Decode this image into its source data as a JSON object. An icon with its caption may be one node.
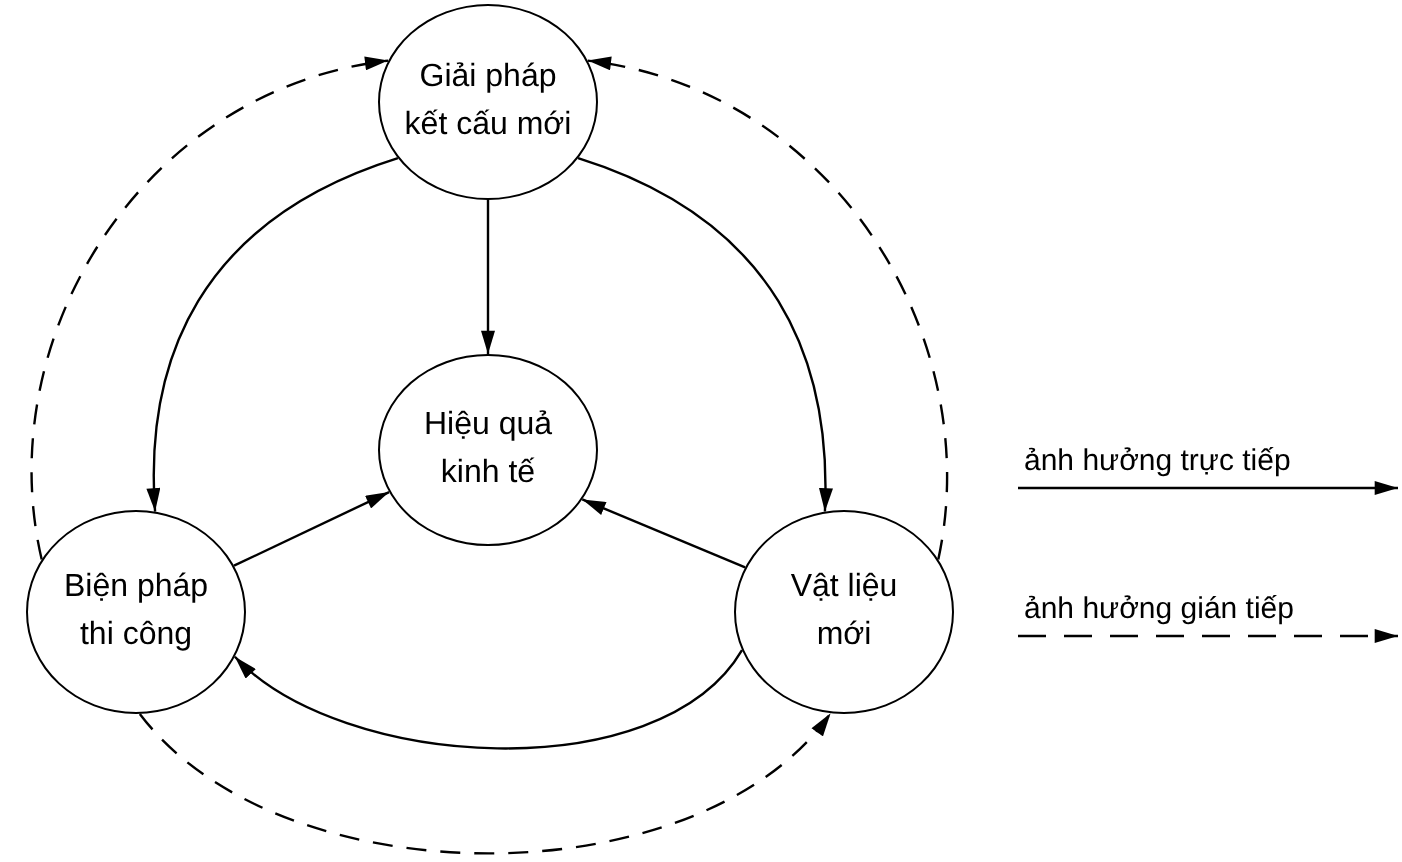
{
  "diagram": {
    "nodes": [
      {
        "text": [
          "Giải pháp kết cấu mới"
        ]
      },
      {
        "text": [
          "Hiệu quả kinh tế"
        ]
      },
      {
        "text": [
          "Biện pháp thi công"
        ]
      },
      {
        "text": [
          "Vật liệu mới"
        ]
      }
    ],
    "edges": [
      {
        "from": 0,
        "to": 1,
        "arrow": "to"
      },
      {
        "from": 0,
        "to": 2,
        "arrow": "to"
      },
      {
        "from": 0,
        "to": 3,
        "arrow": "to"
      },
      {
        "from": 2,
        "to": 1,
        "arrow": "to"
      },
      {
        "from": 3,
        "to": 1,
        "arrow": "to"
      },
      {
        "from": 3,
        "to": 2,
        "arrow": "to"
      },
      {
        "from": 2,
        "to": 0,
        "arrow": "to",
        "style": "dashed"
      },
      {
        "from": 3,
        "to": 0,
        "arrow": "to",
        "style": "dashed"
      },
      {
        "from": 2,
        "to": 3,
        "arrow": "to",
        "style": "dashed"
      }
    ],
    "legend": [
      {
        "text": "ảnh hưởng trực tiếp"
      },
      {
        "text": "ảnh hưởng gián tiếp"
      }
    ]
  }
}
